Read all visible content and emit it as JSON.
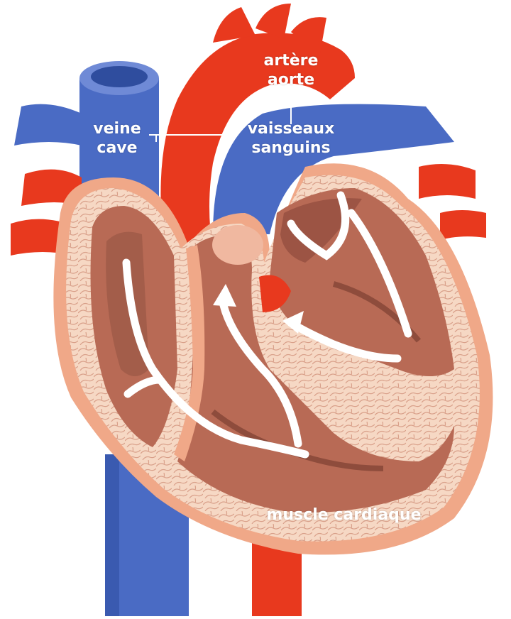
{
  "labels": {
    "artere_aorte": {
      "line1": "artère",
      "line2": "aorte"
    },
    "veine_cave": {
      "line1": "veine",
      "line2": "cave"
    },
    "vaisseaux_sanguins": {
      "line1": "vaisseaux",
      "line2": "sanguins"
    },
    "muscle_cardiaque": "muscle cardiaque"
  },
  "colors": {
    "artery_red": "#e8391e",
    "artery_dark": "#b81e0f",
    "vein_blue": "#4a6bc4",
    "vein_dark": "#2f4d9e",
    "heart_wall": "#f0a888",
    "muscle_texture": "#f6d8c4",
    "chamber_inner": "#b86a55",
    "flow_arrow": "#ffffff",
    "label_text": "#ffffff"
  }
}
